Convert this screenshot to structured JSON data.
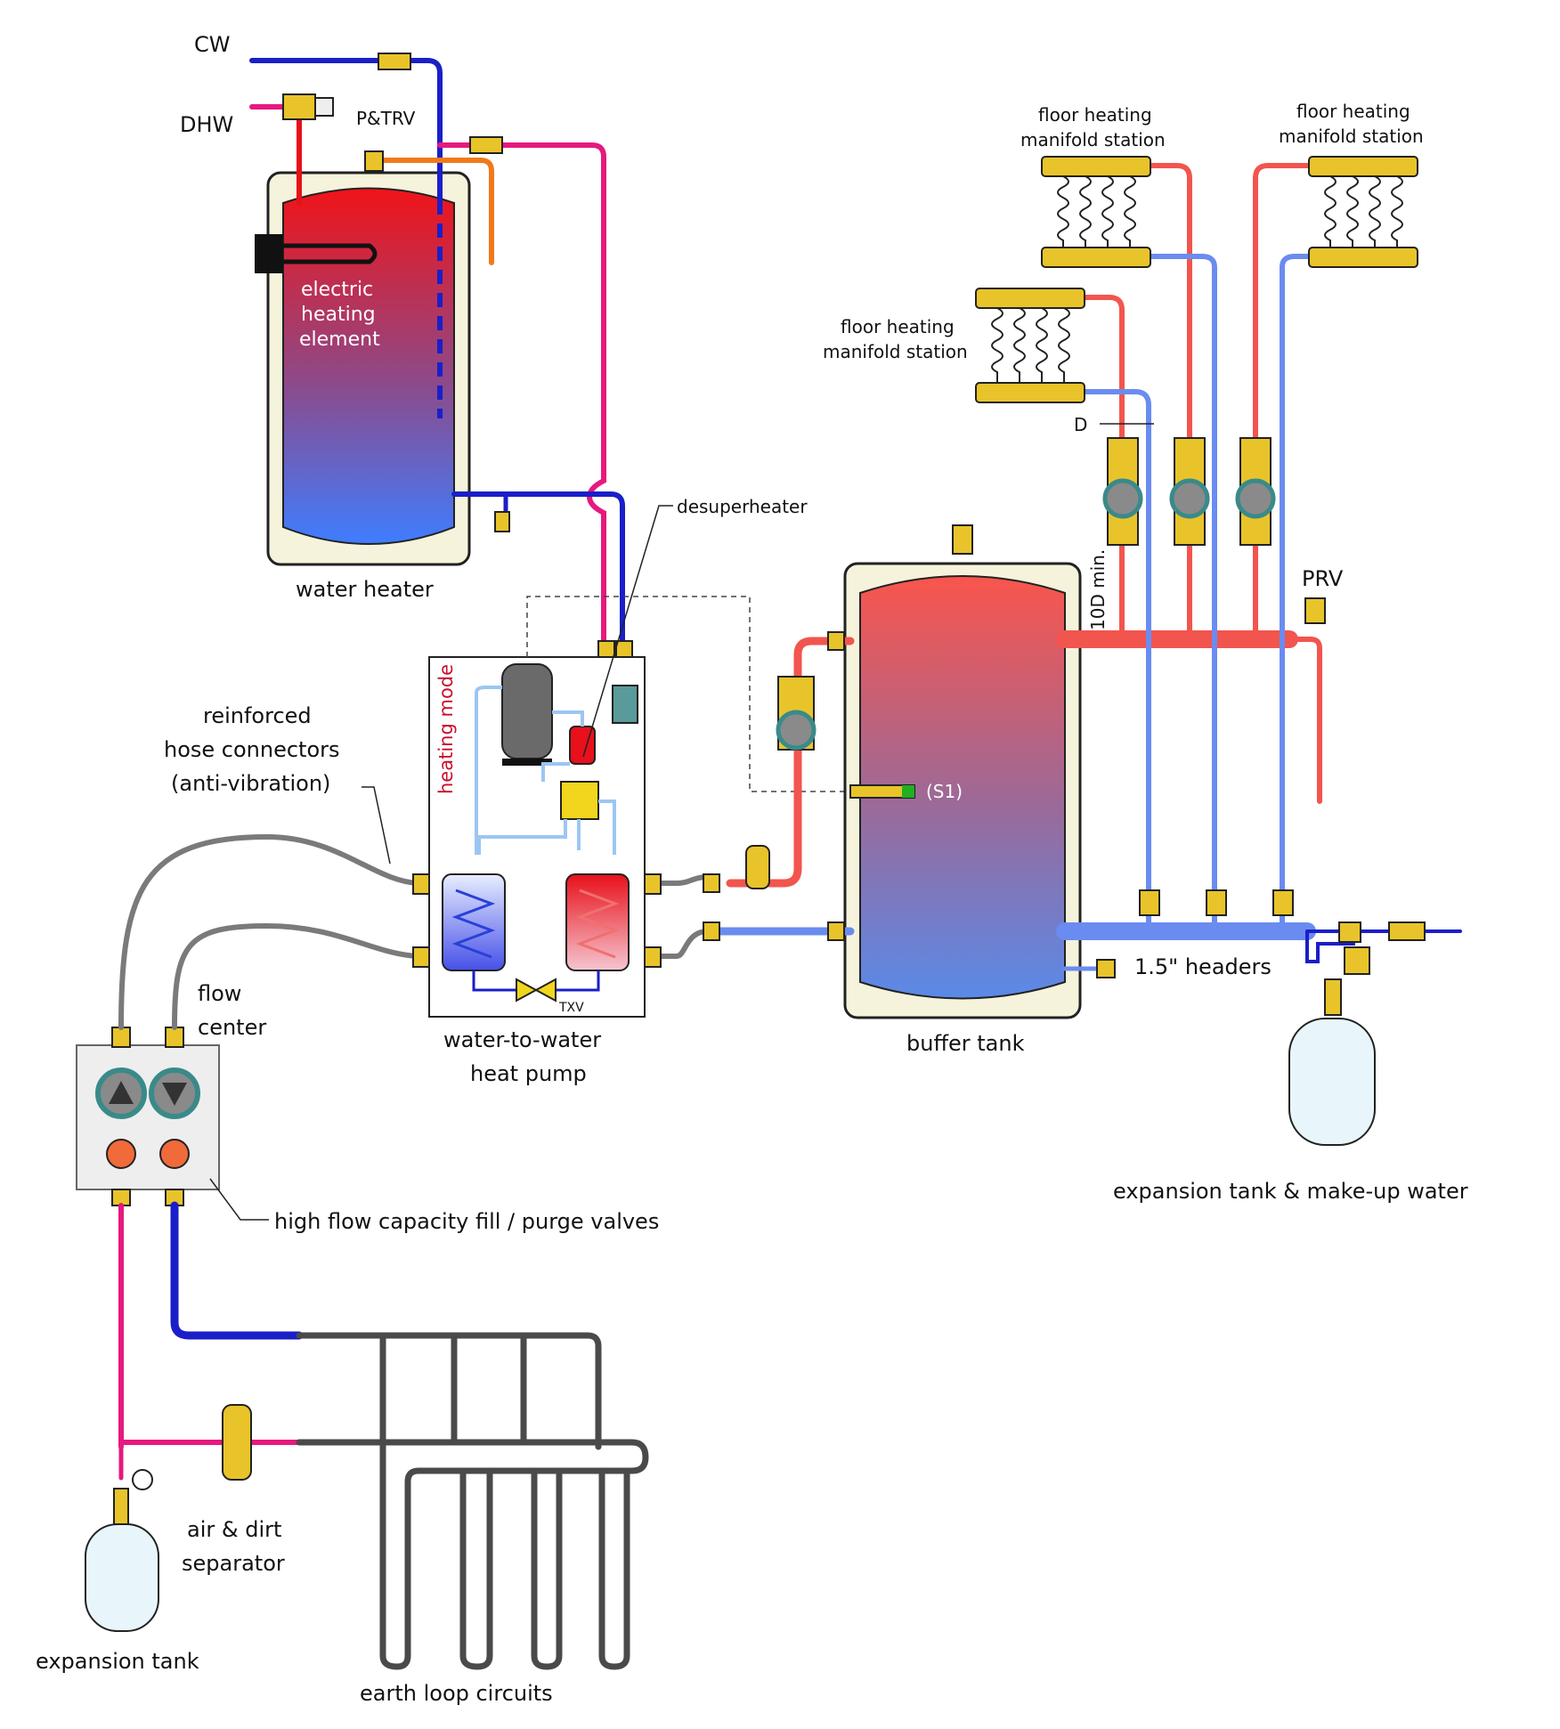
{
  "labels": {
    "cw": "CW",
    "dhw": "DHW",
    "ptrv": "P&TRV",
    "element_1": "electric",
    "element_2": "heating",
    "element_3": "element",
    "water_heater": "water heater",
    "desuperheater": "desuperheater",
    "heating_mode": "heating mode",
    "hose_1": "reinforced",
    "hose_2": "hose connectors",
    "hose_3": "(anti-vibration)",
    "flow_center_1": "flow",
    "flow_center_2": "center",
    "wtw_1": "water-to-water",
    "wtw_2": "heat pump",
    "txv": "TXV",
    "fill_purge": "high flow capacity fill / purge valves",
    "air_dirt_1": "air & dirt",
    "air_dirt_2": "separator",
    "expansion_tank": "expansion tank",
    "earth_loop": "earth loop circuits",
    "buffer_tank": "buffer tank",
    "s1": "(S1)",
    "headers": "1.5\" headers",
    "prv": "PRV",
    "ten_d": "10D min.",
    "d": "D",
    "exp_makeup": "expansion tank & make-up water",
    "manifold_a_1": "floor heating",
    "manifold_a_2": "manifold station",
    "manifold_b_1": "floor heating",
    "manifold_b_2": "manifold station",
    "manifold_c_1": "floor heating",
    "manifold_c_2": "manifold station"
  },
  "colors": {
    "hot": "#f2554e",
    "cool": "#6a8cf0",
    "cold_supply": "#1a1fc8",
    "dhw": "#e6197f",
    "hose": "#7a7a7a",
    "earth_loop": "#4a4a4a",
    "brass": "#e8c42a",
    "tank_shell": "#f6f3dc"
  }
}
